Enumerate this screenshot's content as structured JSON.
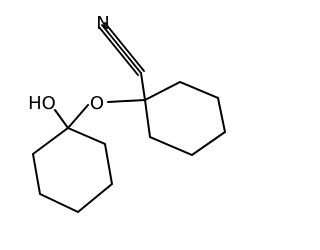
{
  "molecule": {
    "atom_labels": {
      "nitrogen": "N",
      "ether_oxygen": "O",
      "hydroxyl": "HO"
    }
  }
}
